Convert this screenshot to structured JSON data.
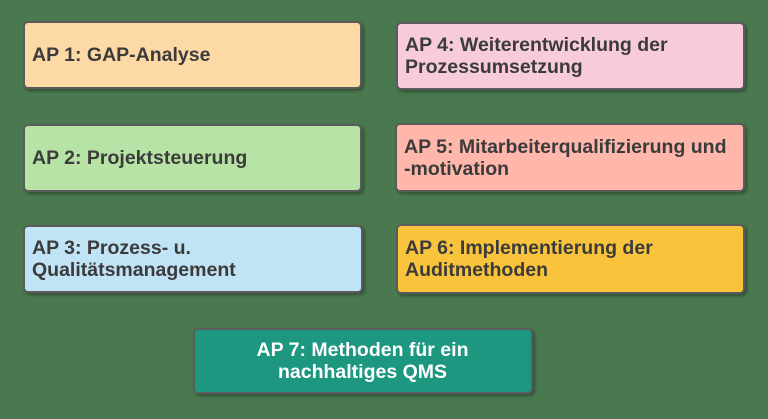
{
  "style": {
    "page_background": "#4a7950",
    "box_border_color": "#5b5b5b",
    "default_text_color": "#3b3b3b"
  },
  "diagram": {
    "description": "Seven work-package (AP) boxes of a QMS project plan"
  },
  "boxes": [
    {
      "id": "ap1",
      "lines": [
        "AP 1: GAP-Analyse"
      ],
      "bg": "#fdd9a6",
      "text_color": "#3b3b3b"
    },
    {
      "id": "ap2",
      "lines": [
        "AP 2: Projektsteuerung"
      ],
      "bg": "#b7e4a6",
      "text_color": "#3b3b3b"
    },
    {
      "id": "ap3",
      "lines": [
        "AP 3: Prozess- u.",
        "Qualitätsmanagement"
      ],
      "bg": "#c0e3f6",
      "text_color": "#3b3b3b"
    },
    {
      "id": "ap4",
      "lines": [
        "AP 4: Weiterentwicklung der",
        "Prozessumsetzung"
      ],
      "bg": "#f7cbdc",
      "text_color": "#3b3b3b"
    },
    {
      "id": "ap5",
      "lines": [
        "AP 5: Mitarbeiterqualifizierung und",
        "-motivation"
      ],
      "bg": "#ffb7ab",
      "text_color": "#3b3b3b"
    },
    {
      "id": "ap6",
      "lines": [
        "AP 6: Implementierung der",
        "Auditmethoden"
      ],
      "bg": "#f9c33c",
      "text_color": "#3b3b3b"
    },
    {
      "id": "ap7",
      "lines": [
        "AP 7: Methoden für ein",
        "nachhaltiges QMS"
      ],
      "bg": "#1e9781",
      "text_color": "#ffffff"
    }
  ]
}
